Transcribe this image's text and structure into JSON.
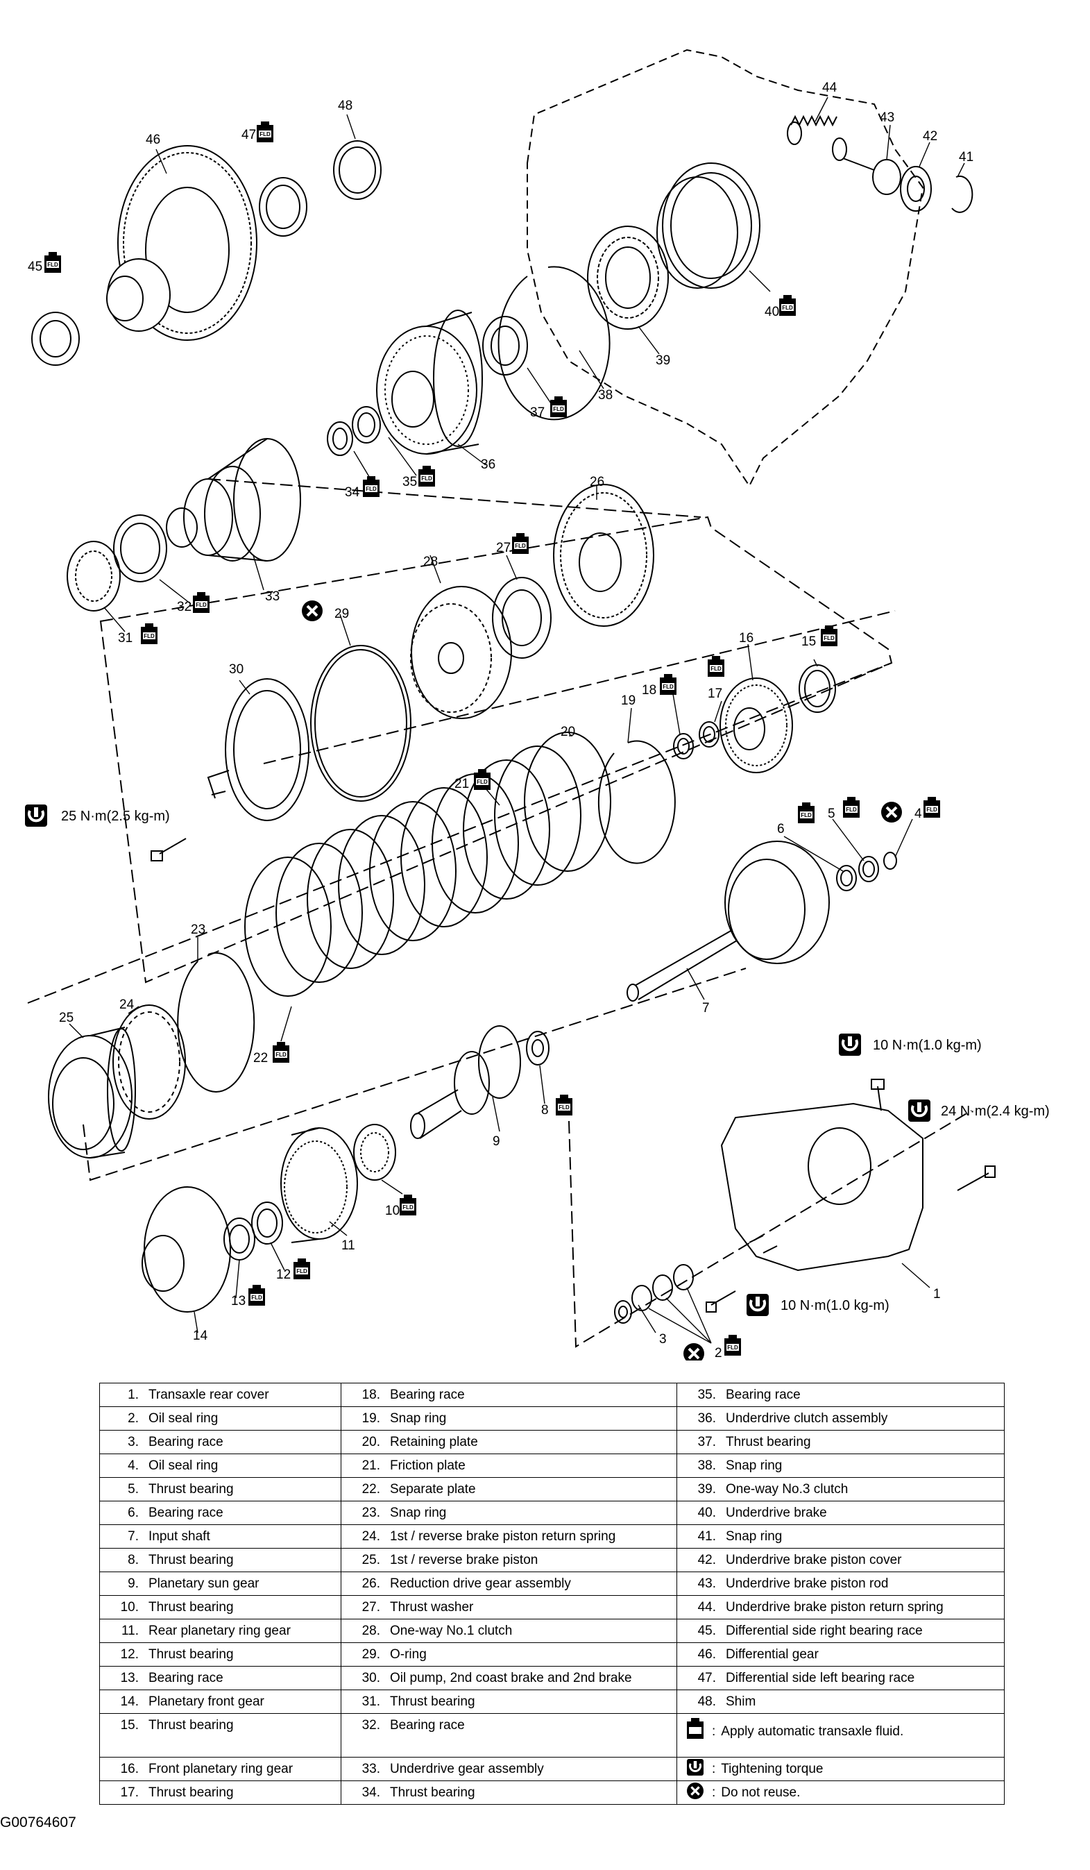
{
  "figure_id": "G00764607",
  "icon_fld_text": "FLD",
  "torque_labels": {
    "t25": "25 N·m(2.5 kg-m)",
    "t10a": "10 N·m(1.0   kg-m)",
    "t24": "24 N·m(2.4 kg-m)",
    "t10b": "10 N·m(1.0   kg-m)"
  },
  "callouts": [
    "1",
    "2",
    "3",
    "4",
    "5",
    "6",
    "7",
    "8",
    "9",
    "10",
    "11",
    "12",
    "13",
    "14",
    "15",
    "16",
    "17",
    "18",
    "19",
    "20",
    "21",
    "22",
    "23",
    "24",
    "25",
    "26",
    "27",
    "28",
    "29",
    "30",
    "31",
    "32",
    "33",
    "34",
    "35",
    "36",
    "37",
    "38",
    "39",
    "40",
    "41",
    "42",
    "43",
    "44",
    "45",
    "46",
    "47",
    "48"
  ],
  "parts": [
    {
      "num": "1.",
      "name": "Transaxle rear cover"
    },
    {
      "num": "2.",
      "name": "Oil seal ring"
    },
    {
      "num": "3.",
      "name": "Bearing race"
    },
    {
      "num": "4.",
      "name": "Oil seal ring"
    },
    {
      "num": "5.",
      "name": "Thrust bearing"
    },
    {
      "num": "6.",
      "name": "Bearing race"
    },
    {
      "num": "7.",
      "name": "Input shaft"
    },
    {
      "num": "8.",
      "name": "Thrust bearing"
    },
    {
      "num": "9.",
      "name": "Planetary sun gear"
    },
    {
      "num": "10.",
      "name": "Thrust bearing"
    },
    {
      "num": "11.",
      "name": "Rear planetary ring gear"
    },
    {
      "num": "12.",
      "name": "Thrust bearing"
    },
    {
      "num": "13.",
      "name": "Bearing race"
    },
    {
      "num": "14.",
      "name": "Planetary front gear"
    },
    {
      "num": "15.",
      "name": "Thrust bearing"
    },
    {
      "num": "16.",
      "name": "Front planetary ring gear"
    },
    {
      "num": "17.",
      "name": "Thrust bearing"
    },
    {
      "num": "18.",
      "name": "Bearing race"
    },
    {
      "num": "19.",
      "name": "Snap ring"
    },
    {
      "num": "20.",
      "name": "Retaining plate"
    },
    {
      "num": "21.",
      "name": "Friction plate"
    },
    {
      "num": "22.",
      "name": "Separate plate"
    },
    {
      "num": "23.",
      "name": "Snap ring"
    },
    {
      "num": "24.",
      "name": "1st / reverse brake piston return spring"
    },
    {
      "num": "25.",
      "name": "1st / reverse brake piston"
    },
    {
      "num": "26.",
      "name": "Reduction drive gear assembly"
    },
    {
      "num": "27.",
      "name": "Thrust washer"
    },
    {
      "num": "28.",
      "name": "One-way No.1 clutch"
    },
    {
      "num": "29.",
      "name": "O-ring"
    },
    {
      "num": "30.",
      "name": "Oil pump, 2nd coast brake and 2nd brake"
    },
    {
      "num": "31.",
      "name": "Thrust bearing"
    },
    {
      "num": "32.",
      "name": "Bearing race"
    },
    {
      "num": "33.",
      "name": "Underdrive gear assembly"
    },
    {
      "num": "34.",
      "name": "Thrust bearing"
    },
    {
      "num": "35.",
      "name": "Bearing race"
    },
    {
      "num": "36.",
      "name": "Underdrive clutch assembly"
    },
    {
      "num": "37.",
      "name": "Thrust bearing"
    },
    {
      "num": "38.",
      "name": "Snap ring"
    },
    {
      "num": "39.",
      "name": "One-way No.3 clutch"
    },
    {
      "num": "40.",
      "name": "Underdrive brake"
    },
    {
      "num": "41.",
      "name": "Snap ring"
    },
    {
      "num": "42.",
      "name": "Underdrive brake piston cover"
    },
    {
      "num": "43.",
      "name": "Underdrive brake piston rod"
    },
    {
      "num": "44.",
      "name": "Underdrive brake piston return spring"
    },
    {
      "num": "45.",
      "name": "Differential side right bearing race"
    },
    {
      "num": "46.",
      "name": "Differential gear"
    },
    {
      "num": "47.",
      "name": "Differential side left bearing race"
    },
    {
      "num": "48.",
      "name": "Shim"
    }
  ],
  "legend": [
    {
      "icon": "fluid-can-icon",
      "text": "Apply automatic transaxle fluid."
    },
    {
      "icon": "torque-icon",
      "text": "Tightening torque"
    },
    {
      "icon": "do-not-reuse-icon",
      "text": "Do not reuse."
    }
  ],
  "legend_colon": ":"
}
